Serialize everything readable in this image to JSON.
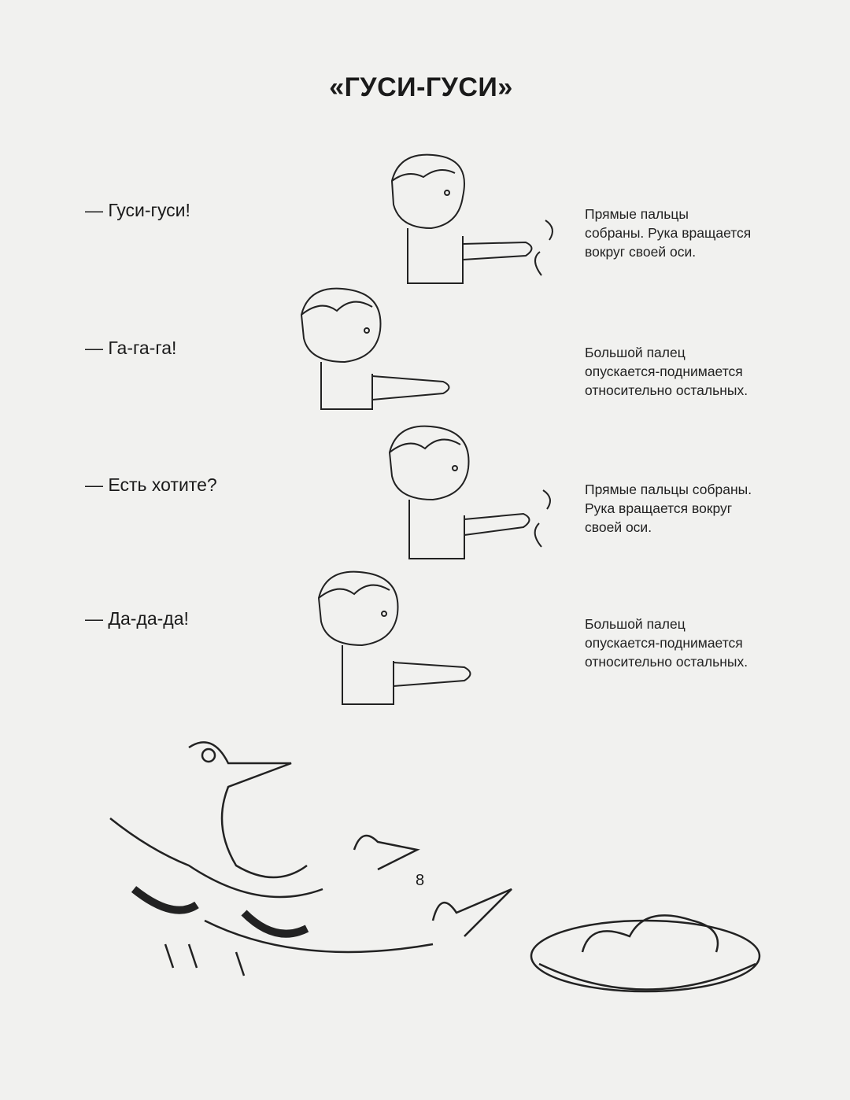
{
  "title": "«ГУСИ-ГУСИ»",
  "rows": [
    {
      "line": "— Гуси-гуси!",
      "description": "Прямые пальцы\nсобраны. Рука вращается\nвокруг своей оси."
    },
    {
      "line": "— Га-га-га!",
      "description": "Большой палец\nопускается-поднимается\nотносительно остальных."
    },
    {
      "line": "— Есть хотите?",
      "description": "Прямые пальцы собраны.\nРука вращается вокруг\nсвоей оси."
    },
    {
      "line": "— Да-да-да!",
      "description": "Большой палец\nопускается-поднимается\nотносительно остальных."
    }
  ],
  "page_number": "8"
}
